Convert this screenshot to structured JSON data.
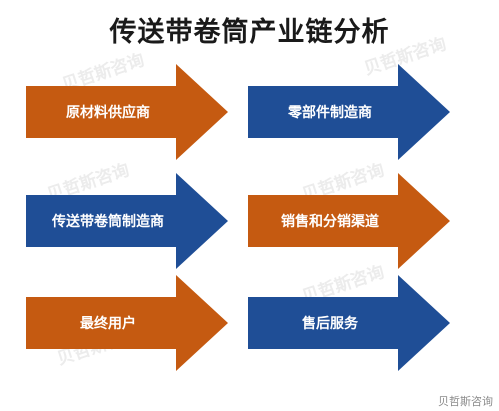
{
  "title": "传送带卷筒产业链分析",
  "colors": {
    "orange": "#C55A11",
    "blue": "#1F4E96"
  },
  "arrows": [
    {
      "label": "原材料供应商",
      "color": "orange"
    },
    {
      "label": "零部件制造商",
      "color": "blue"
    },
    {
      "label": "传送带卷筒制造商",
      "color": "blue"
    },
    {
      "label": "销售和分销渠道",
      "color": "orange"
    },
    {
      "label": "最终用户",
      "color": "orange"
    },
    {
      "label": "售后服务",
      "color": "blue"
    }
  ],
  "watermark": "贝哲斯咨询"
}
